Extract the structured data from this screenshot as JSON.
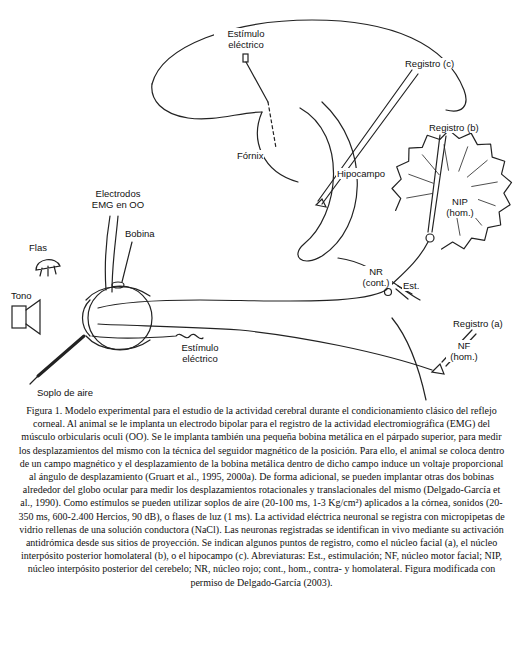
{
  "diagram": {
    "caption": "Figura 1. Modelo experimental para el estudio de la actividad cerebral durante el condicionamiento clásico del reflejo corneal. Al animal se le implanta un electrodo bipolar para el registro de la actividad electromiográfica (EMG) del músculo orbicularis oculi (OO). Se le implanta también una pequeña bobina metálica en el párpado superior, para medir los desplazamientos del mismo con la técnica del seguidor magnético de la posición. Para ello, el animal se coloca dentro de un campo magnético y el desplazamiento de la bobina metálica dentro de dicho campo induce un voltaje proporcional al ángulo de desplazamiento (Gruart et al., 1995, 2000a). De forma adicional, se pueden implantar otras dos bobinas alrededor del globo ocular para medir los desplazamientos rotacionales y translacionales del mismo (Delgado-García et al., 1990). Como estímulos se pueden utilizar soplos de aire (20-100 ms, 1-3 Kg/cm²) aplicados a la córnea, sonidos (20-350 ms, 600-2.400 Hercios, 90 dB), o flases de luz (1 ms). La actividad eléctrica neuronal se registra con micropipetas de vidrio rellenas de una solución conductora (NaCl). Las neuronas registradas se identifican in vivo mediante su activación antidrómica desde sus sitios de proyección. Se indican algunos puntos de registro, como el núcleo facial (a), el núcleo interpósito posterior homolateral (b), o el hipocampo (c). Abreviaturas: Est., estimulación; NF, núcleo motor facial; NIP, núcleo interpósito posterior del cerebelo; NR, núcleo rojo; cont., hom., contra- y homolateral. Figura modificada con permiso de Delgado-García (2003).",
    "labels": [
      "Estímulo eléctrico",
      "Registro (c)",
      "Fórnix",
      "Hipocampo",
      "Registro (b)",
      "NIP (hom.)",
      "NR (cont.)",
      "Est.",
      "Registro (a)",
      "NF (hom.)",
      "Electrodos EMG en OO",
      "Flas",
      "Bobina",
      "Tono",
      "Soplo de aire",
      "Estímulo eléctrico"
    ]
  }
}
